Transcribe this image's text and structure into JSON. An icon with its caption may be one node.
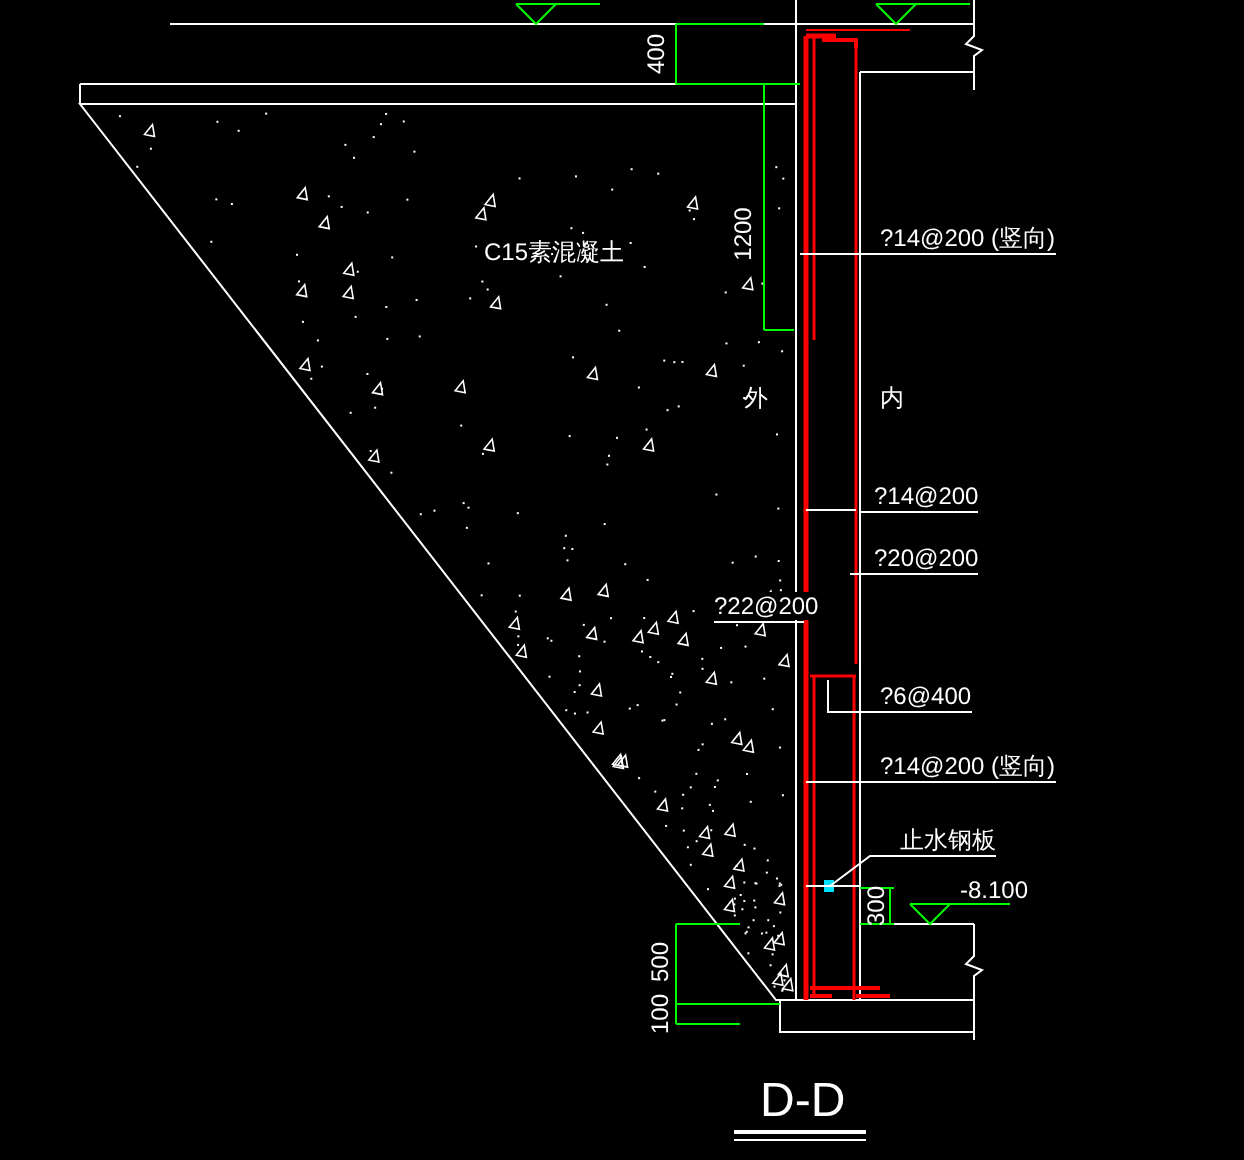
{
  "diagram": {
    "title": "D-D",
    "nodes": [
      {
        "text": [
          "?14@200 (竖向)"
        ]
      },
      {
        "text": [
          "?14@200"
        ]
      },
      {
        "text": [
          "?20@200"
        ]
      },
      {
        "text": [
          "?22@200"
        ]
      },
      {
        "text": [
          "?6@400"
        ]
      },
      {
        "text": [
          "?14@200 (竖向)"
        ]
      },
      {
        "text": [
          "止水钢板"
        ]
      }
    ],
    "edges": [
      {
        "from": 0,
        "to": null,
        "arrow": "none"
      },
      {
        "from": 1,
        "to": null,
        "arrow": "none"
      },
      {
        "from": 2,
        "to": null,
        "arrow": "none"
      },
      {
        "from": 3,
        "to": null,
        "arrow": "none"
      },
      {
        "from": 4,
        "to": null,
        "arrow": "none"
      },
      {
        "from": 5,
        "to": null,
        "arrow": "none"
      },
      {
        "from": 6,
        "to": null,
        "arrow": "none"
      }
    ],
    "labels": [
      "400",
      "1200",
      "C15素混凝土",
      "外",
      "内",
      "-8.100",
      "300",
      "500",
      "100"
    ]
  }
}
